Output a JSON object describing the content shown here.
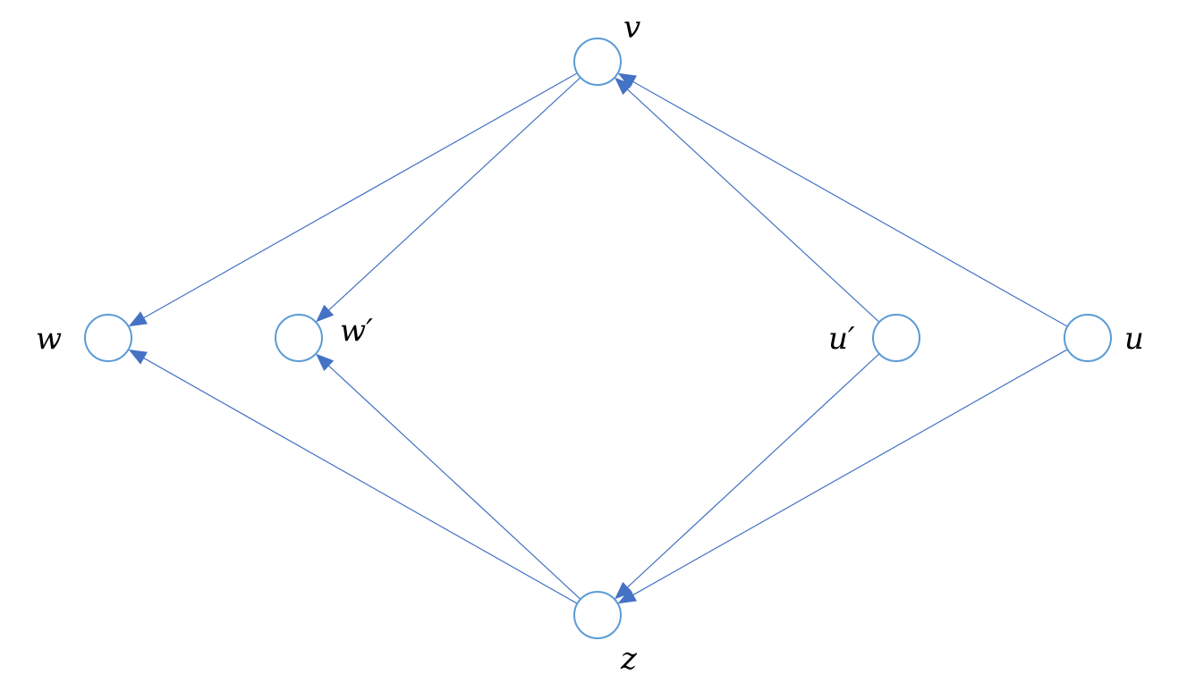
{
  "diagram": {
    "nodes": [
      {
        "id": "v",
        "label": "v"
      },
      {
        "id": "w",
        "label": "w"
      },
      {
        "id": "w_prime",
        "label": "w′"
      },
      {
        "id": "u_prime",
        "label": "u′"
      },
      {
        "id": "u",
        "label": "u"
      },
      {
        "id": "z",
        "label": "z"
      }
    ],
    "edges": [
      {
        "from": "v",
        "to": "w"
      },
      {
        "from": "v",
        "to": "w_prime"
      },
      {
        "from": "u_prime",
        "to": "v"
      },
      {
        "from": "u",
        "to": "v"
      },
      {
        "from": "z",
        "to": "w"
      },
      {
        "from": "z",
        "to": "w_prime"
      },
      {
        "from": "u_prime",
        "to": "z"
      },
      {
        "from": "u",
        "to": "z"
      }
    ],
    "colors": {
      "node_stroke": "#5b9bd5",
      "edge_stroke": "#4472c4",
      "arrow_fill": "#4472c4",
      "label_text": "#000000"
    }
  }
}
